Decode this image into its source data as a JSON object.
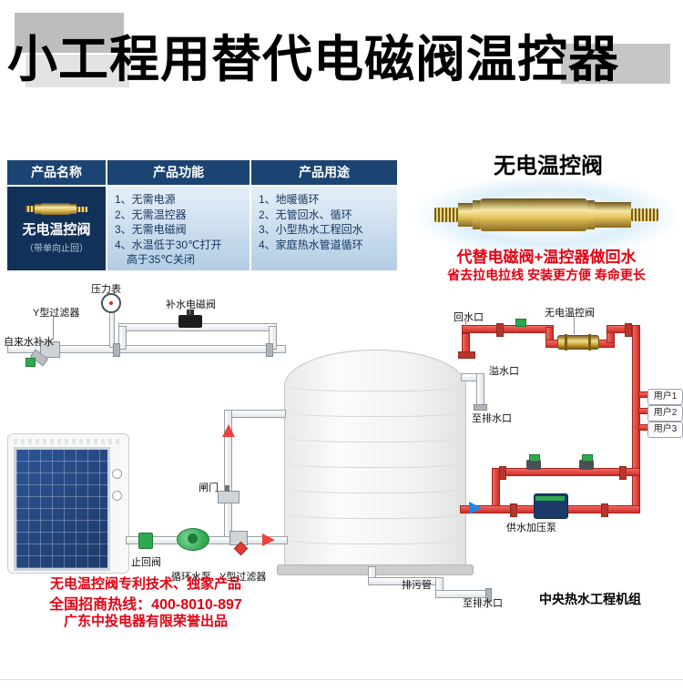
{
  "colors": {
    "accent_red": "#e60012",
    "pipe_red": "#d02e28",
    "table_header_navy": "#1c4472",
    "table_cell_navy": "#123159",
    "arrow_blue": "#1e88e5",
    "brass_gold": "#d9b64a"
  },
  "header": {
    "title": "小工程用替代电磁阀温控器"
  },
  "product_table": {
    "headers": [
      "产品名称",
      "产品功能",
      "产品用途"
    ],
    "product": {
      "name": "无电温控阀",
      "note": "（带单向止回）"
    },
    "functions": [
      "1、无需电源",
      "2、无需温控器",
      "3、无需电磁阀",
      "4、水温低于30℃打开",
      "高于35℃关闭"
    ],
    "uses": [
      "1、地暖循环",
      "2、无管回水、循环",
      "3、小型热水工程回水",
      "4、家庭热水管道循环"
    ]
  },
  "showcase": {
    "title": "无电温控阀",
    "slogan_line1": "代替电磁阀+温控器做回水",
    "slogan_line2": "省去拉电拉线 安装更方便  寿命更长"
  },
  "diagram": {
    "labels": {
      "pressure_gauge": "压力表",
      "makeup_solenoid_valve": "补水电磁阀",
      "y_filter_top": "Y型过滤器",
      "tap_water_makeup": "自来水补水",
      "return_port": "回水口",
      "thermo_valve": "无电温控阀",
      "overflow_port": "溢水口",
      "to_drain_top": "至排水口",
      "user1": "用户1",
      "user2": "用户2",
      "user3": "用户3",
      "gate_valve": "闸门",
      "check_valve": "止回阀",
      "circulation_pump": "循环水泵",
      "y_filter_bottom": "Y型过滤器",
      "booster_pump": "供水加压泵",
      "sewage_pipe": "排污管",
      "to_drain_bottom": "至排水口",
      "unit_caption": "中央热水工程机组"
    }
  },
  "footer": {
    "line1": "无电温控阀专利技术、独家产品",
    "line2": "全国招商热线：400-8010-897",
    "line3": "广东中投电器有限荣誉出品"
  }
}
